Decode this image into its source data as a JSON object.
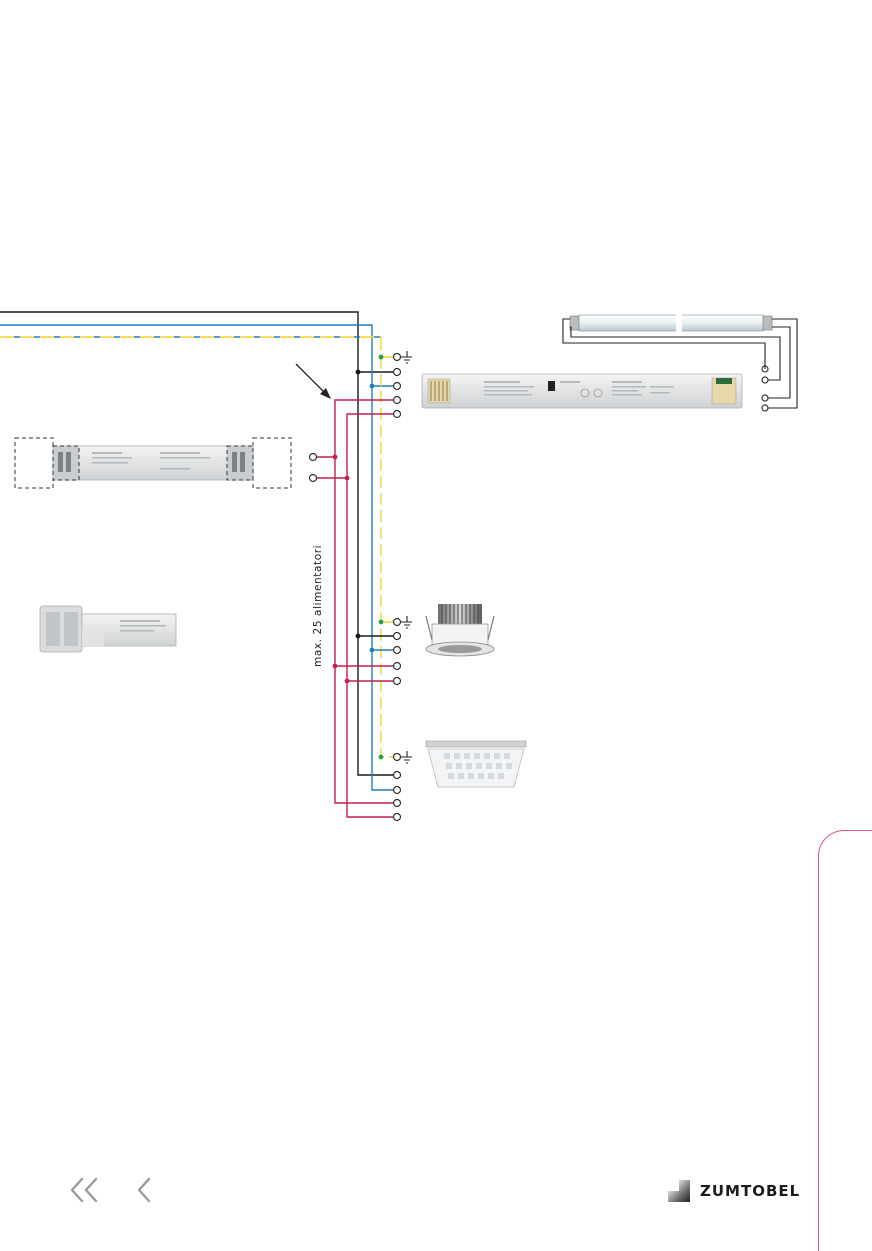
{
  "diagram": {
    "bus_label": "max. 25 alimentatori",
    "colors": {
      "live": "#1a1a1a",
      "neutral": "#1f7fc4",
      "earth": "#f5d42a",
      "earth_dot": "#2aa04a",
      "dali": "#c4204e",
      "terminal": "#333333"
    },
    "devices": [
      "ballast-fluorescent",
      "lamp-tube-t5",
      "ballast-led-with-cable-clamps",
      "ballast-led-compact",
      "downlight",
      "ceiling-panel-luminaire"
    ]
  },
  "navigation": {
    "first_page_icon": "double-chevron-left-icon",
    "previous_page_icon": "chevron-left-icon"
  },
  "brand": {
    "name": "ZUMTOBEL",
    "tab_color": "#d9548f"
  }
}
